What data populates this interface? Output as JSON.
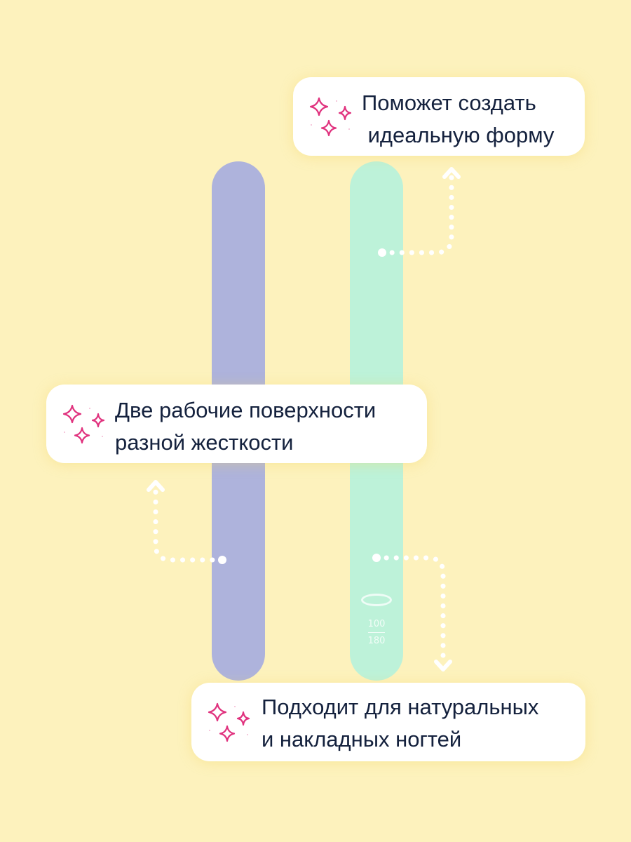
{
  "background_color": "#fdf2bd",
  "nail_files": {
    "purple": {
      "color": "#aeb3dc"
    },
    "green": {
      "color": "#bdf2d9",
      "grit_top": "100",
      "grit_bottom": "180"
    }
  },
  "callouts": {
    "top": {
      "text": "Поможет создать\n идеальную форму",
      "icon": "sparkles-icon"
    },
    "middle": {
      "text": "Две рабочие поверхности\nразной жесткости",
      "icon": "sparkles-icon"
    },
    "bottom": {
      "text": "Подходит для натуральных\nи накладных ногтей",
      "icon": "sparkles-icon"
    }
  },
  "colors": {
    "sparkle": "#e0327e",
    "text": "#14213d",
    "arrow": "#ffffff"
  }
}
